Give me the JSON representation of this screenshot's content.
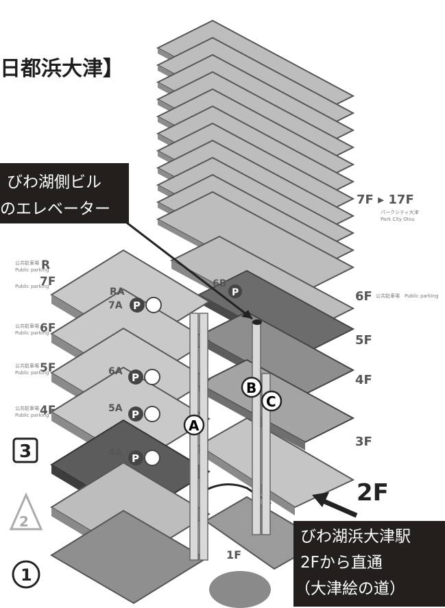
{
  "title": "日都浜大津】",
  "callout_top": {
    "line1": "びわ湖側ビル",
    "line2": "のエレベーター"
  },
  "callout_bottom": {
    "line1": "びわ湖浜大津駅",
    "line2": "2Fから直通",
    "line3": "（大津絵の道）"
  },
  "left_building_floors": [
    {
      "label": "R",
      "note": "公共駐車場",
      "sub": "Public parking"
    },
    {
      "label": "7F",
      "note": "",
      "sub": "Public parking"
    },
    {
      "label": "6F",
      "note": "公共駐車場",
      "sub": "Public parking"
    },
    {
      "label": "5F",
      "note": "公共駐車場",
      "sub": "Public parking"
    },
    {
      "label": "4F",
      "note": "公共駐車場",
      "sub": "Public parking"
    }
  ],
  "left_slab_labels": [
    "RA",
    "7A",
    "6A",
    "5A",
    "4A"
  ],
  "right_floor_labels": {
    "upper": "7F ▸ 17F",
    "upper_sub": "パークシティ大津",
    "upper_sub2": "Park City Otsu",
    "f6": "6F",
    "f6_note": "公共駐車場",
    "f6_sub": "Public parking",
    "f6b": "6B",
    "f5": "5F",
    "f4": "4F",
    "f3": "3F",
    "f2": "2F",
    "f1": "1F"
  },
  "elevator_markers": [
    "A",
    "B",
    "C"
  ],
  "parking_icon": "P",
  "level_badges": [
    "3",
    "2",
    "1"
  ]
}
